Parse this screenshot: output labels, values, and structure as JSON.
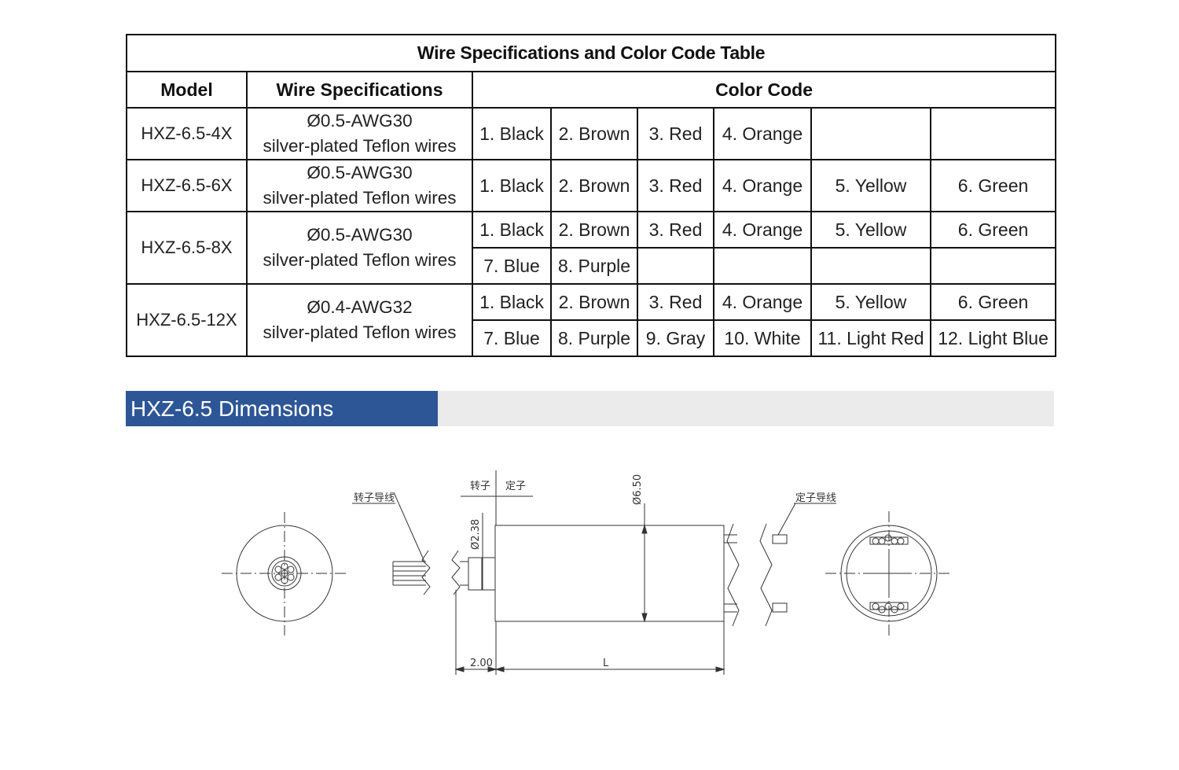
{
  "table": {
    "title": "Wire Specifications and Color Code Table",
    "headers": {
      "model": "Model",
      "wire": "Wire Specifications",
      "color": "Color Code"
    },
    "rows": [
      {
        "model": "HXZ-6.5-4X",
        "wire_line1": "Ø0.5-AWG30",
        "wire_line2": "silver-plated Teflon wires",
        "colors_a": [
          "1. Black",
          "2. Brown",
          "3. Red",
          "4. Orange",
          "",
          ""
        ]
      },
      {
        "model": "HXZ-6.5-6X",
        "wire_line1": "Ø0.5-AWG30",
        "wire_line2": "silver-plated Teflon wires",
        "colors_a": [
          "1. Black",
          "2. Brown",
          "3. Red",
          "4. Orange",
          "5. Yellow",
          "6. Green"
        ]
      },
      {
        "model": "HXZ-6.5-8X",
        "wire_line1": "Ø0.5-AWG30",
        "wire_line2": "silver-plated Teflon wires",
        "colors_a": [
          "1. Black",
          "2. Brown",
          "3. Red",
          "4. Orange",
          "5. Yellow",
          "6. Green"
        ],
        "colors_b": [
          "7. Blue",
          "8. Purple",
          "",
          "",
          "",
          ""
        ]
      },
      {
        "model": "HXZ-6.5-12X",
        "wire_line1": "Ø0.4-AWG32",
        "wire_line2": "silver-plated Teflon wires",
        "colors_a": [
          "1. Black",
          "2. Brown",
          "3. Red",
          "4. Orange",
          "5. Yellow",
          "6. Green"
        ],
        "colors_b": [
          "7. Blue",
          "8. Purple",
          "9. Gray",
          "10. White",
          "11. Light Red",
          "12. Light Blue"
        ]
      }
    ]
  },
  "section": {
    "title": "HXZ-6.5 Dimensions",
    "accent": "#2d5697",
    "bar_bg": "#ebebeb"
  },
  "drawing": {
    "rotor_lead_label": "转子导线",
    "rotor_label": "转子",
    "stator_label": "定子",
    "stator_lead_label": "定子导线",
    "dim_outer_diameter": "Ø6.50",
    "dim_shaft_diameter": "Ø2.38",
    "dim_shaft_length": "2.00",
    "dim_body_length": "L"
  }
}
